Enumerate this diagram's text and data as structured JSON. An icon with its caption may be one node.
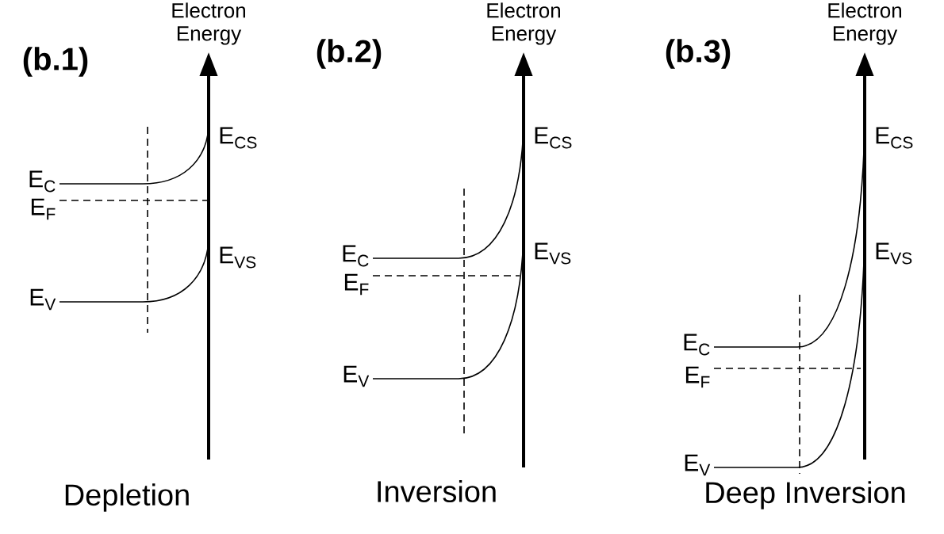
{
  "diagram": {
    "labels": [
      "(b.1)",
      "Electron Energy",
      "E$_{CS}$",
      "E$_{C}$",
      "E$_{F}$",
      "E$_{VS}$",
      "E$_{V}$",
      "Depletion",
      "(b.2)",
      "Electron Energy",
      "E$_{CS}$",
      "E$_{C}$",
      "E$_{F}$",
      "E$_{VS}$",
      "E$_{V}$",
      "Inversion",
      "(b.3)",
      "Electron Energy",
      "E$_{CS}$",
      "E$_{C}$",
      "E$_{F}$",
      "E$_{VS}$",
      "E$_{V}$",
      "Deep Inversion"
    ]
  }
}
